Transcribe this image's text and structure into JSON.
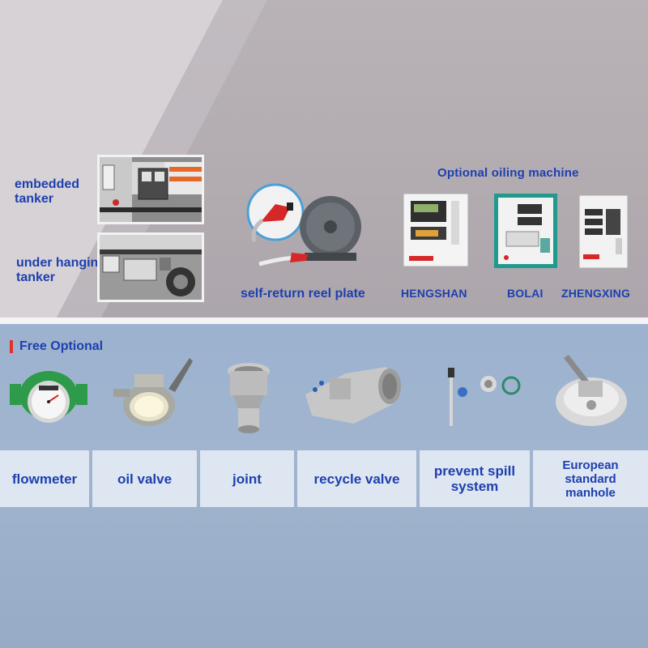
{
  "top": {
    "labels": {
      "embedded_tanker": "embedded tanker",
      "under_hanging_tanker": "under hanging tanker",
      "reel_plate": "self-return reel plate",
      "oiling_title": "Optional oiling machine"
    },
    "machines": [
      {
        "name": "HENGSHAN"
      },
      {
        "name": "BOLAI"
      },
      {
        "name": "ZHENGXING"
      }
    ]
  },
  "bottom": {
    "title": "Free Optional",
    "items": [
      {
        "label": "flowmeter",
        "icon": "flowmeter-icon"
      },
      {
        "label": "oil valve",
        "icon": "oil-valve-icon"
      },
      {
        "label": "joint",
        "icon": "joint-icon"
      },
      {
        "label": "recycle valve",
        "icon": "recycle-valve-icon"
      },
      {
        "label": "prevent spill system",
        "icon": "prevent-spill-icon"
      },
      {
        "label": "European standard manhole",
        "icon": "manhole-icon"
      }
    ]
  },
  "colors": {
    "label_blue": "#1e3fae",
    "accent_red": "#e0302a",
    "cell_bg": "#dde6f1",
    "machine_teal": "#1f9a8d"
  }
}
